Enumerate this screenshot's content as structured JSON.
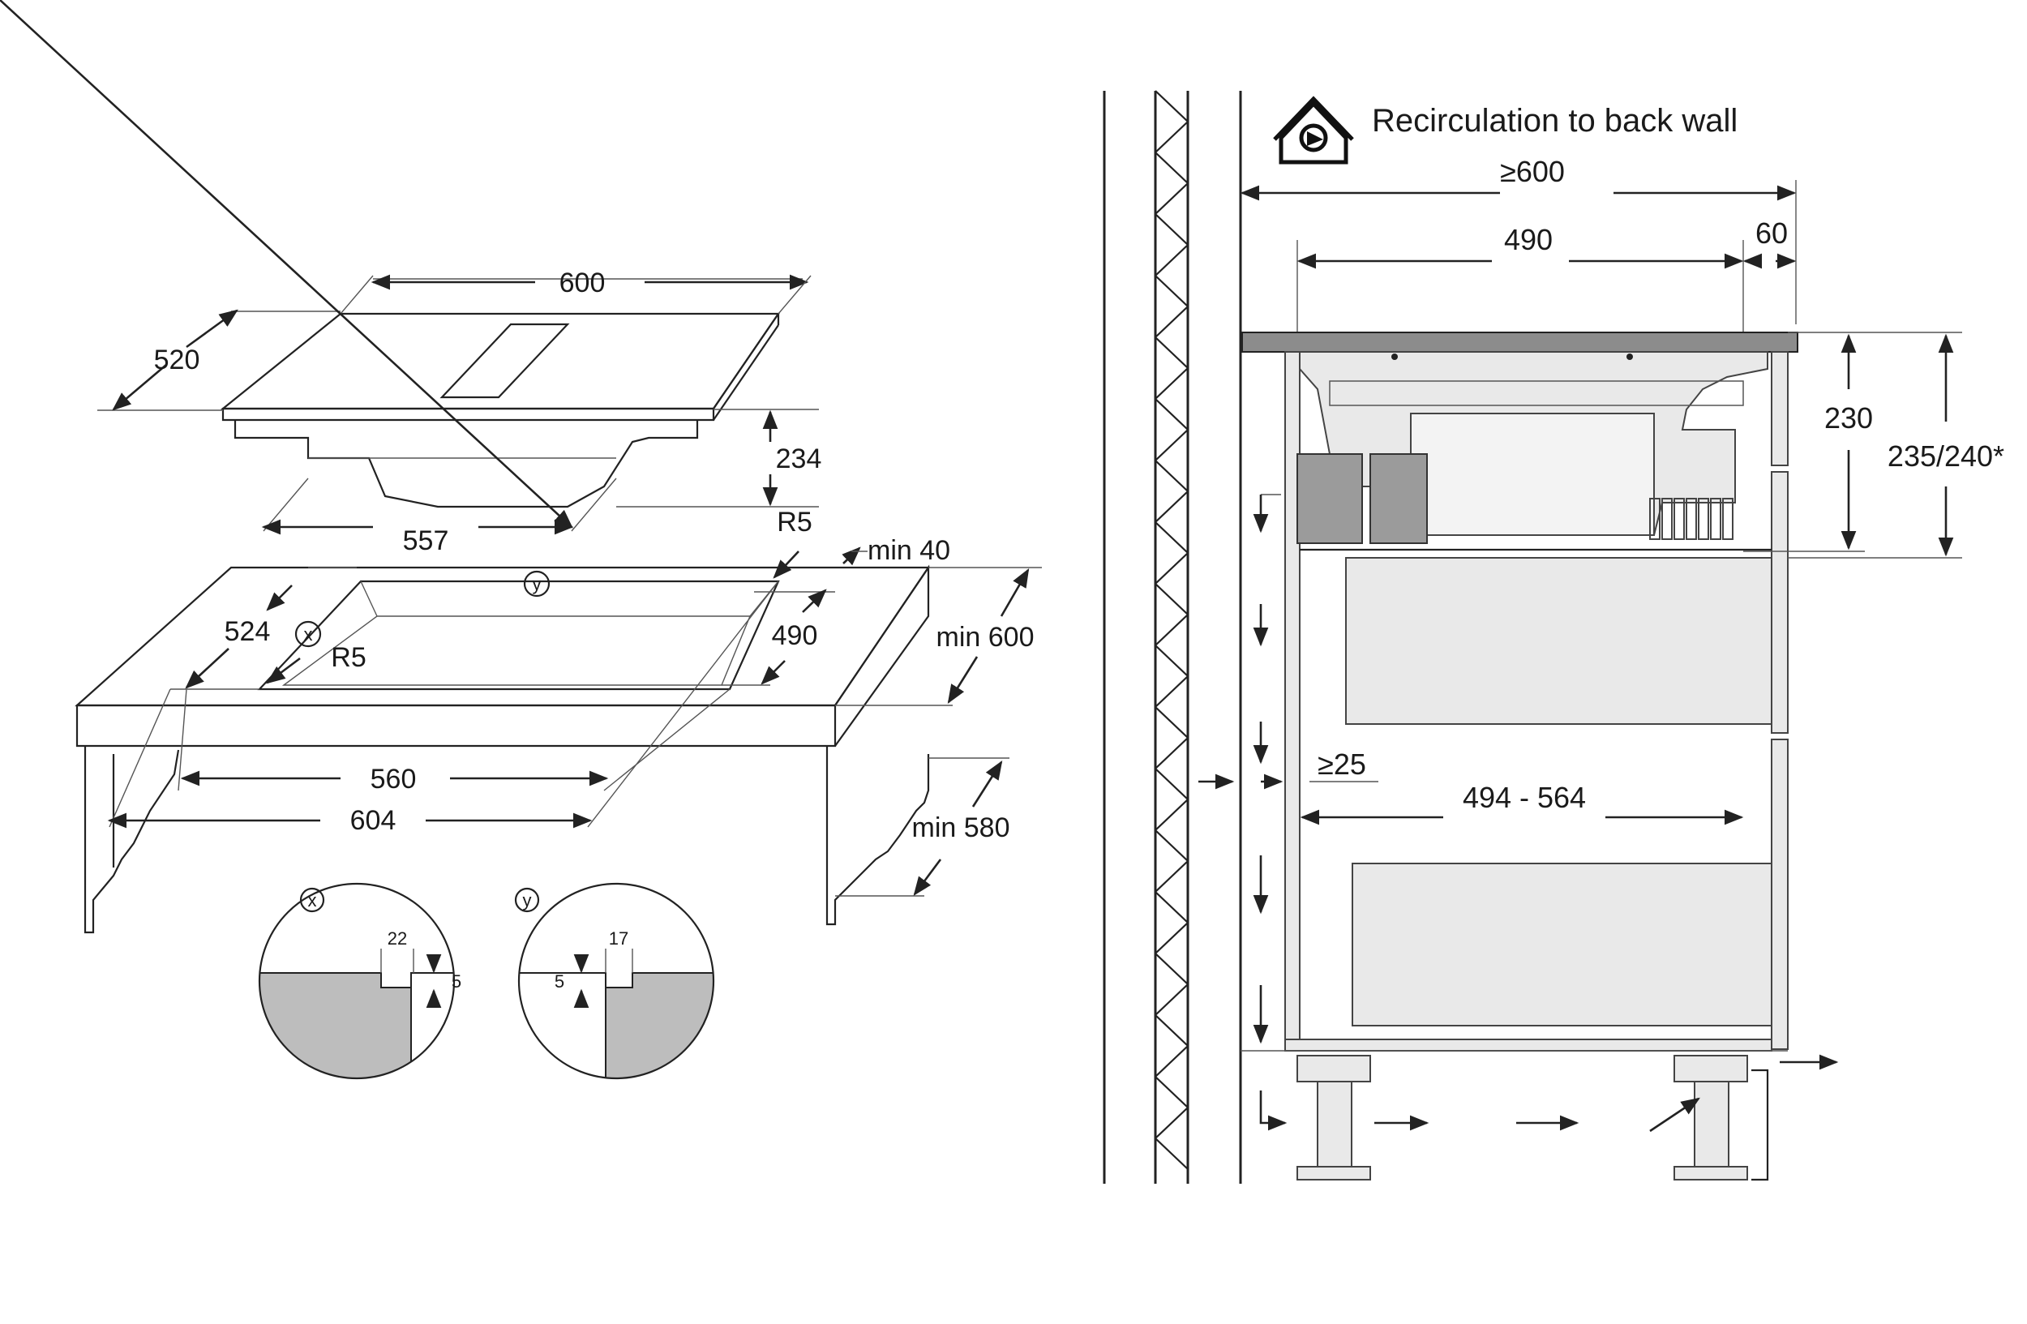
{
  "title": "Recirculation to back wall",
  "left_drawing": {
    "hob_width": "600",
    "hob_depth": "520",
    "hob_height": "234",
    "hob_bottom_width": "557",
    "corner_radius_back": "R5",
    "corner_radius_front": "R5",
    "min_back_distance": "min 40",
    "cutout_depth": "524",
    "cutout_depth_inner": "490",
    "worktop_depth": "min 600",
    "cutout_width": "560",
    "cutout_width_outer": "604",
    "cabinet_depth": "min 580",
    "detail_x_label": "x",
    "detail_y_label": "y",
    "detail_x_width": "22",
    "detail_x_depth": "5",
    "detail_y_width": "17",
    "detail_y_depth": "5"
  },
  "right_drawing": {
    "total_depth": "≥600",
    "unit_depth": "490",
    "front_gap": "60",
    "unit_height": "230",
    "unit_height_alt": "235/240*",
    "back_gap": "≥25",
    "inner_range": "494 - 564"
  },
  "icons": [
    "recirculation-house-icon"
  ]
}
